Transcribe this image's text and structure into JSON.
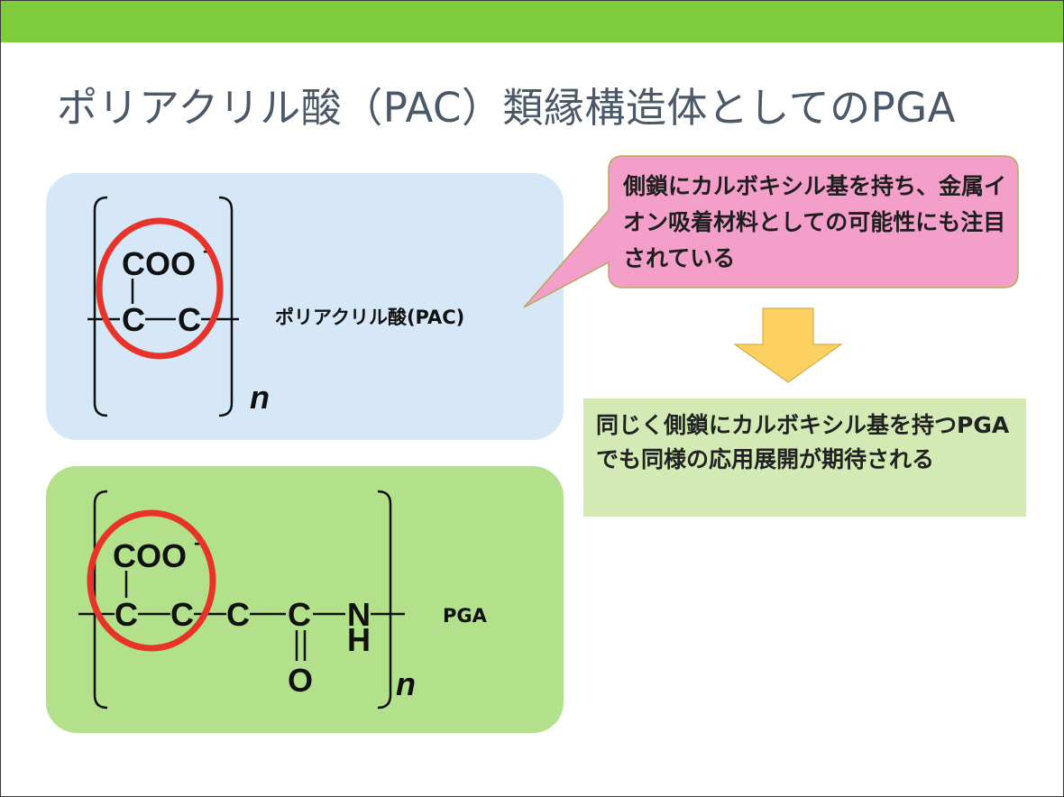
{
  "slide": {
    "title": "ポリアクリル酸（PAC）類縁構造体としてのPGA"
  },
  "pac": {
    "label": "ポリアクリル酸(PAC)",
    "side_group": "COO",
    "charge": "-",
    "backbone": [
      "C",
      "C"
    ],
    "repeat": "n"
  },
  "pga": {
    "label": "PGA",
    "side_group": "COO",
    "charge": "-",
    "backbone": [
      "C",
      "C",
      "C",
      "C",
      "N"
    ],
    "carbonyl_oxygen": "O",
    "amide_hydrogen": "H",
    "repeat": "n"
  },
  "callout": {
    "text": "側鎖にカルボキシル基を持ち、金属イオン吸着材料としての可能性にも注目されている"
  },
  "conclusion": {
    "text": "同じく側鎖にカルボキシル基を持つPGAでも同様の応用展開が期待される"
  },
  "colors": {
    "header_bar": "#7ccc3c",
    "title_text": "#4a5868",
    "pac_panel": "#d6e8f8",
    "pga_panel": "#b2e08b",
    "callout_fill": "#f49fc9",
    "callout_border": "#b8a85a",
    "arrow_fill": "#fdd062",
    "conclusion_fill": "#d3eab5",
    "highlight_circle": "#e8332a"
  }
}
